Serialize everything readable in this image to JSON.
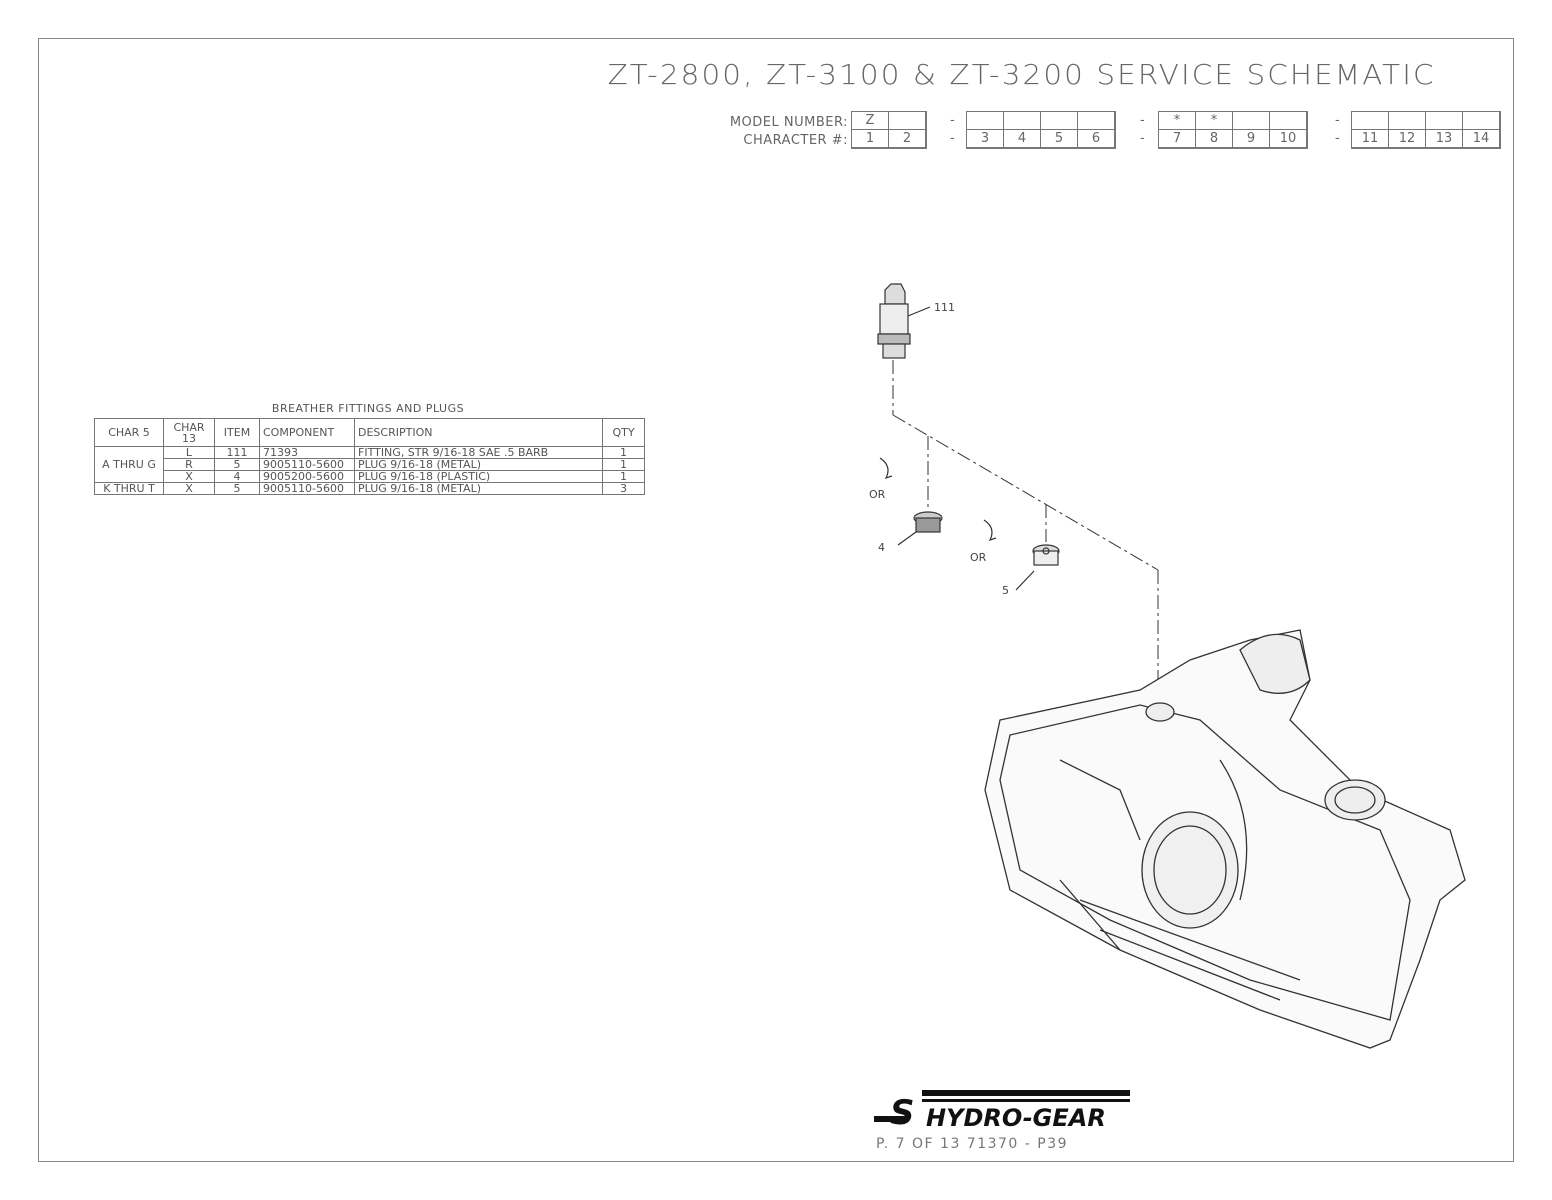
{
  "title": "ZT-2800, ZT-3100 & ZT-3200 SERVICE SCHEMATIC",
  "model_number": {
    "label": "MODEL NUMBER:",
    "character_label": "CHARACTER #:",
    "separator": "-",
    "groups": [
      {
        "values": [
          "Z",
          ""
        ],
        "chars": [
          "1",
          "2"
        ]
      },
      {
        "values": [
          "",
          "",
          "",
          ""
        ],
        "chars": [
          "3",
          "4",
          "5",
          "6"
        ]
      },
      {
        "values": [
          "*",
          "*",
          "",
          ""
        ],
        "chars": [
          "7",
          "8",
          "9",
          "10"
        ]
      },
      {
        "values": [
          "",
          "",
          "",
          ""
        ],
        "chars": [
          "11",
          "12",
          "13",
          "14"
        ]
      }
    ]
  },
  "parts_table": {
    "title": "BREATHER FITTINGS AND PLUGS",
    "headers": [
      "CHAR 5",
      "CHAR 13",
      "ITEM",
      "COMPONENT",
      "DESCRIPTION",
      "QTY"
    ],
    "groups": [
      {
        "char5": "A THRU G",
        "rows": [
          {
            "char13": "L",
            "item": "111",
            "component": "71393",
            "description": "FITTING, STR 9/16-18 SAE .5 BARB",
            "qty": "1"
          },
          {
            "char13": "R",
            "item": "5",
            "component": "9005110-5600",
            "description": "PLUG 9/16-18 (METAL)",
            "qty": "1"
          },
          {
            "char13": "X",
            "item": "4",
            "component": "9005200-5600",
            "description": "PLUG 9/16-18 (PLASTIC)",
            "qty": "1"
          }
        ]
      },
      {
        "char5": "K THRU T",
        "rows": [
          {
            "char13": "X",
            "item": "5",
            "component": "9005110-5600",
            "description": "PLUG 9/16-18 (METAL)",
            "qty": "3"
          }
        ]
      }
    ]
  },
  "diagram": {
    "callouts": {
      "fitting": "111",
      "plastic_plug": "4",
      "metal_plug": "5"
    },
    "or_label_1": "OR",
    "or_label_2": "OR"
  },
  "logo_text": "HYDRO-GEAR",
  "footer": "P. 7  OF 13    71370 - P39"
}
